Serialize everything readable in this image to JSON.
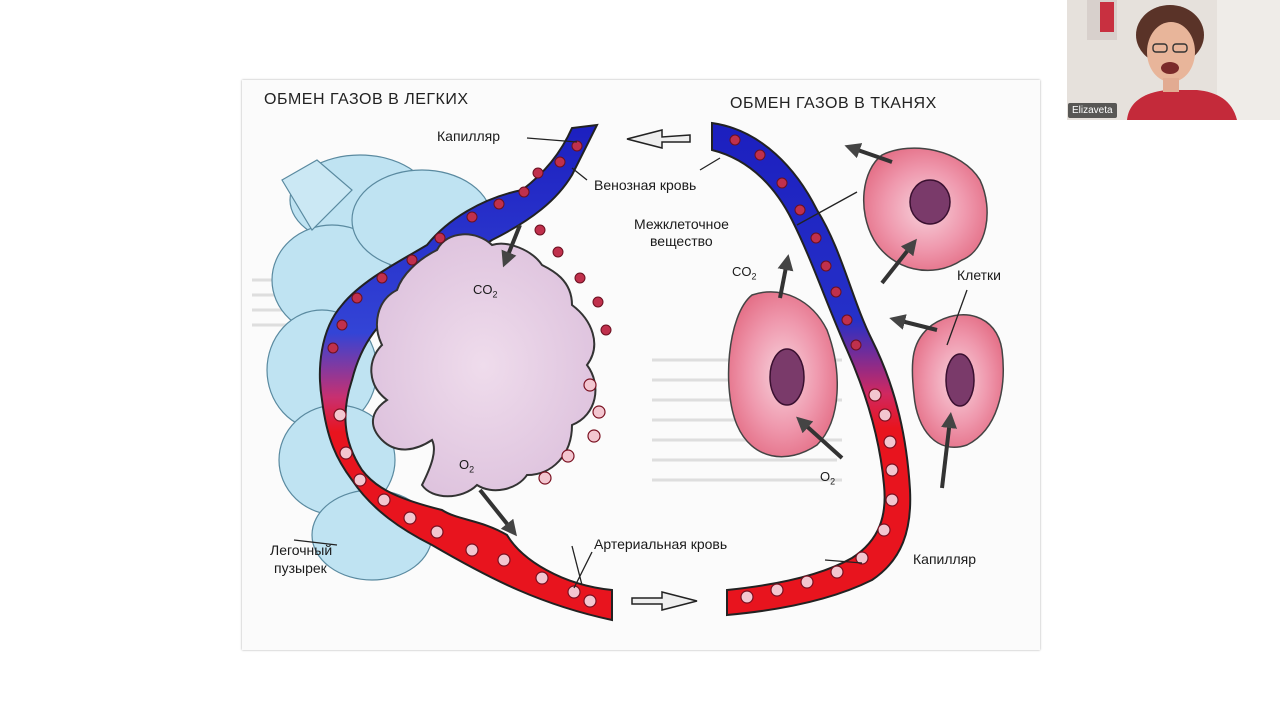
{
  "slide": {
    "title_left": "ОБМЕН ГАЗОВ В ЛЕГКИХ",
    "title_right": "ОБМЕН ГАЗОВ В ТКАНЯХ",
    "labels": {
      "capillary_top": "Капилляр",
      "venous_blood": "Венозная кровь",
      "intercellular_1": "Межклеточное",
      "intercellular_2": "вещество",
      "co2_left": "CO",
      "co2_left_sub": "2",
      "co2_right": "CO",
      "co2_right_sub": "2",
      "o2_left": "O",
      "o2_left_sub": "2",
      "o2_right": "O",
      "o2_right_sub": "2",
      "cells": "Клетки",
      "alveolus_1": "Легочный",
      "alveolus_2": "пузырек",
      "arterial_blood": "Артериальная кровь",
      "capillary_bottom": "Капилляр"
    },
    "colors": {
      "venous": "#1c1fbf",
      "arterial": "#e8141e",
      "alveolus": "#bfe3f2",
      "cell": "#ef8ea4"
    }
  },
  "video": {
    "participant_name": "Elizaveta"
  }
}
